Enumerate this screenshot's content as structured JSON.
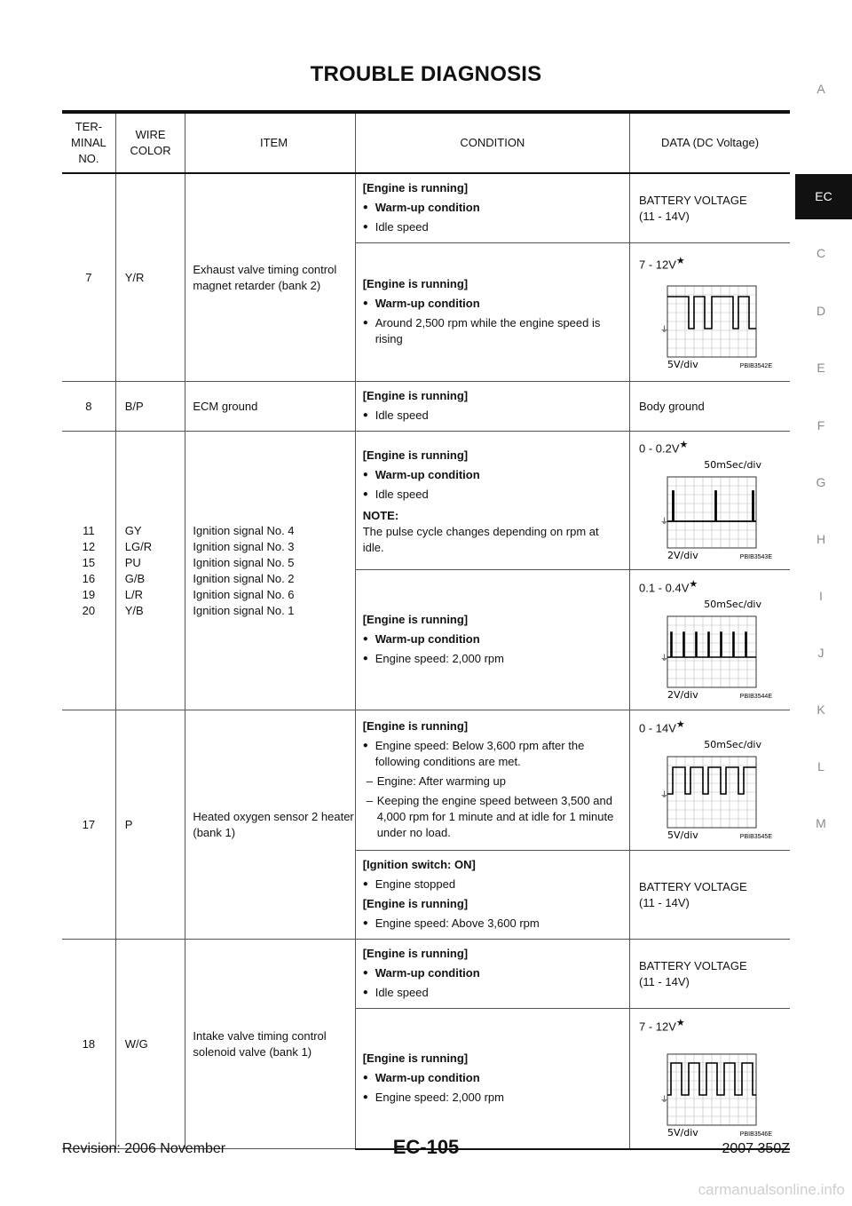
{
  "page": {
    "title": "TROUBLE DIAGNOSIS",
    "footer_left": "Revision: 2006 November",
    "footer_center": "EC-105",
    "footer_right": "2007 350Z",
    "watermark": "carmanualsonline.info"
  },
  "side_tabs": [
    "A",
    "EC",
    "C",
    "D",
    "E",
    "F",
    "G",
    "H",
    "I",
    "J",
    "K",
    "L",
    "M"
  ],
  "headers": {
    "terminal": "TER-\nMINAL\nNO.",
    "wire": "WIRE\nCOLOR",
    "item": "ITEM",
    "condition": "CONDITION",
    "data": "DATA (DC Voltage)"
  },
  "text": {
    "engine_running": "[Engine is running]",
    "warm_up": "Warm-up condition",
    "idle_speed": "Idle speed",
    "around_2500": "Around 2,500 rpm while the engine speed is rising",
    "battery_voltage": "BATTERY VOLTAGE\n(11 - 14V)",
    "body_ground": "Body ground",
    "note_title": "NOTE:",
    "note_text": "The pulse cycle changes depending on rpm at idle.",
    "engine_speed_2000": "Engine speed: 2,000 rpm",
    "below_3600": "Engine speed: Below 3,600 rpm after the following conditions are met.",
    "after_warming": "Engine: After warming up",
    "keeping_speed": "Keeping the engine speed between 3,500 and 4,000 rpm for 1 minute and at idle for 1 minute under no load.",
    "ignition_on": "[Ignition switch: ON]",
    "engine_stopped": "Engine stopped",
    "above_3600": "Engine speed: Above 3,600 rpm"
  },
  "rows": {
    "r7": {
      "terminal": "7",
      "wire": "Y/R",
      "item": "Exhaust valve timing control magnet retarder (bank 2)",
      "value2": "7 - 12V"
    },
    "r8": {
      "terminal": "8",
      "wire": "B/P",
      "item": "ECM ground"
    },
    "r11": {
      "terminals": "11\n12\n15\n16\n19\n20",
      "wires": "GY\nLG/R\nPU\nG/B\nL/R\nY/B",
      "items": "Ignition signal No. 4\nIgnition signal No. 3\nIgnition signal No. 5\nIgnition signal No. 2\nIgnition signal No. 6\nIgnition signal No. 1",
      "value1": "0 - 0.2V",
      "value2": "0.1 - 0.4V"
    },
    "r17": {
      "terminal": "17",
      "wire": "P",
      "item": "Heated oxygen sensor 2 heater (bank 1)",
      "value1": "0 - 14V"
    },
    "r18": {
      "terminal": "18",
      "wire": "W/G",
      "item": "Intake valve timing control solenoid valve (bank 1)",
      "value2": "7 - 12V"
    }
  },
  "scopes": {
    "s42": {
      "time": "",
      "volt": "5V/div",
      "code": "PBIB3542E"
    },
    "s43": {
      "time": "50mSec/div",
      "volt": "2V/div",
      "code": "PBIB3543E"
    },
    "s44": {
      "time": "50mSec/div",
      "volt": "2V/div",
      "code": "PBIB3544E"
    },
    "s45": {
      "time": "50mSec/div",
      "volt": "5V/div",
      "code": "PBIB3545E"
    },
    "s46": {
      "time": "",
      "volt": "5V/div",
      "code": "PBIB3546E"
    }
  }
}
